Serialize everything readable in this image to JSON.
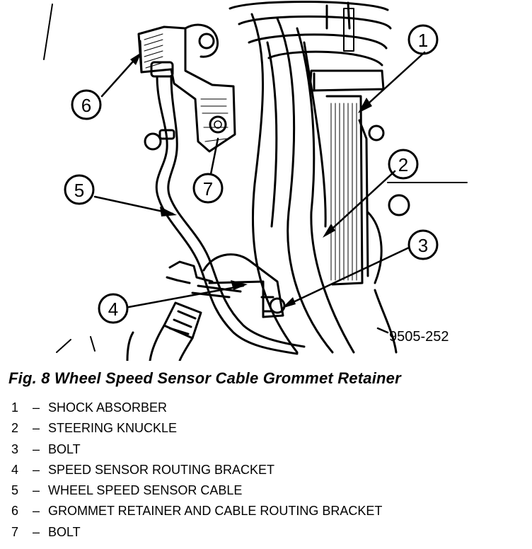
{
  "figure_id": "9505-252",
  "callouts": [
    "1",
    "2",
    "3",
    "4",
    "5",
    "6",
    "7"
  ],
  "caption": "Fig. 8 Wheel Speed Sensor Cable Grommet Retainer",
  "legend": [
    {
      "num": "1",
      "sep": "–",
      "label": "SHOCK ABSORBER"
    },
    {
      "num": "2",
      "sep": "–",
      "label": "STEERING KNUCKLE"
    },
    {
      "num": "3",
      "sep": "–",
      "label": "BOLT"
    },
    {
      "num": "4",
      "sep": "–",
      "label": "SPEED SENSOR ROUTING BRACKET"
    },
    {
      "num": "5",
      "sep": "–",
      "label": "WHEEL SPEED SENSOR CABLE"
    },
    {
      "num": "6",
      "sep": "–",
      "label": "GROMMET RETAINER AND CABLE ROUTING BRACKET"
    },
    {
      "num": "7",
      "sep": "–",
      "label": "BOLT"
    }
  ]
}
